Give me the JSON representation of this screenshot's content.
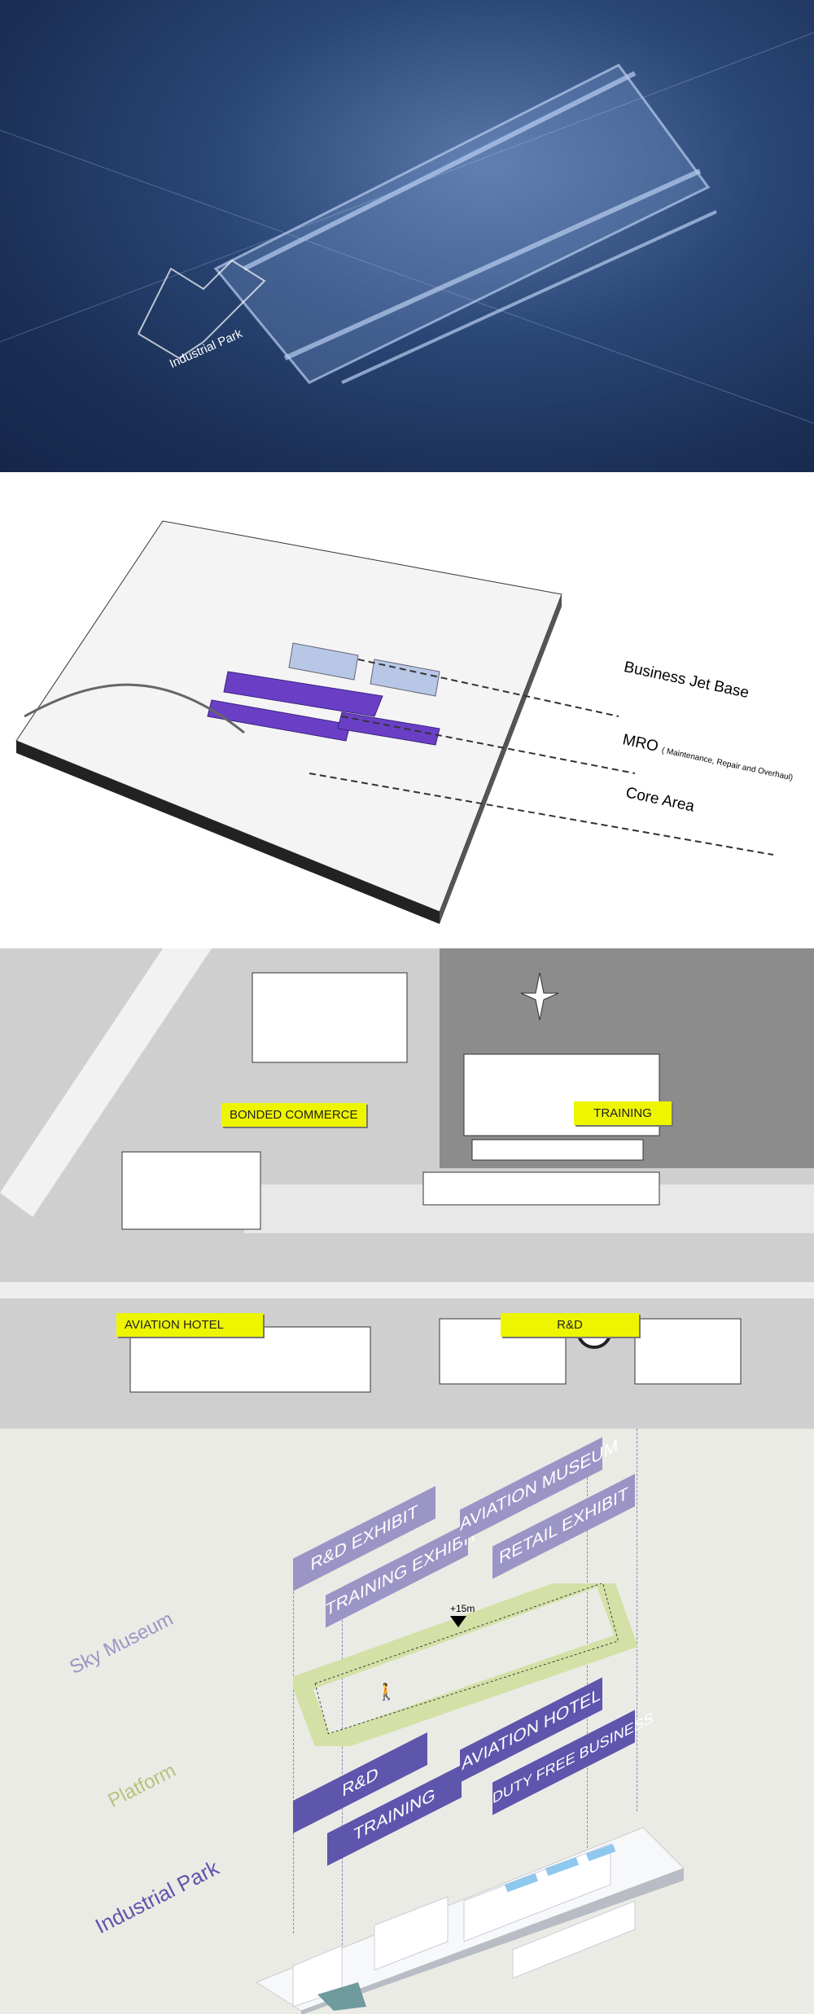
{
  "satellite": {
    "label": "Industrial Park"
  },
  "axonometric": {
    "labels": [
      {
        "title": "Business Jet Base",
        "sub": ""
      },
      {
        "title": "MRO",
        "sub": "( Maintenance, Repair and Overhaul)"
      },
      {
        "title": "Core Area",
        "sub": ""
      }
    ]
  },
  "plan": {
    "labels": {
      "bonded": "BONDED COMMERCE",
      "training": "TRAINING",
      "hotel": "AVIATION HOTEL",
      "rd": "R&D"
    }
  },
  "exploded": {
    "layers": {
      "sky": "Sky Museum",
      "platform": "Platform",
      "park": "Industrial Park"
    },
    "sky_items": [
      "R&D EXHIBIT",
      "TRAINING EXHIBIT",
      "AVIATION MUSEUM",
      "RETAIL EXHIBIT"
    ],
    "platform_items": [
      "R&D",
      "TRAINING",
      "AVIATION HOTEL",
      "DUTY FREE BUSINESS"
    ],
    "elevation": "+15m",
    "colors": {
      "sky": "#9b95c6",
      "platform_green": "#d3e0a6",
      "dark": "#5e55ad"
    }
  }
}
